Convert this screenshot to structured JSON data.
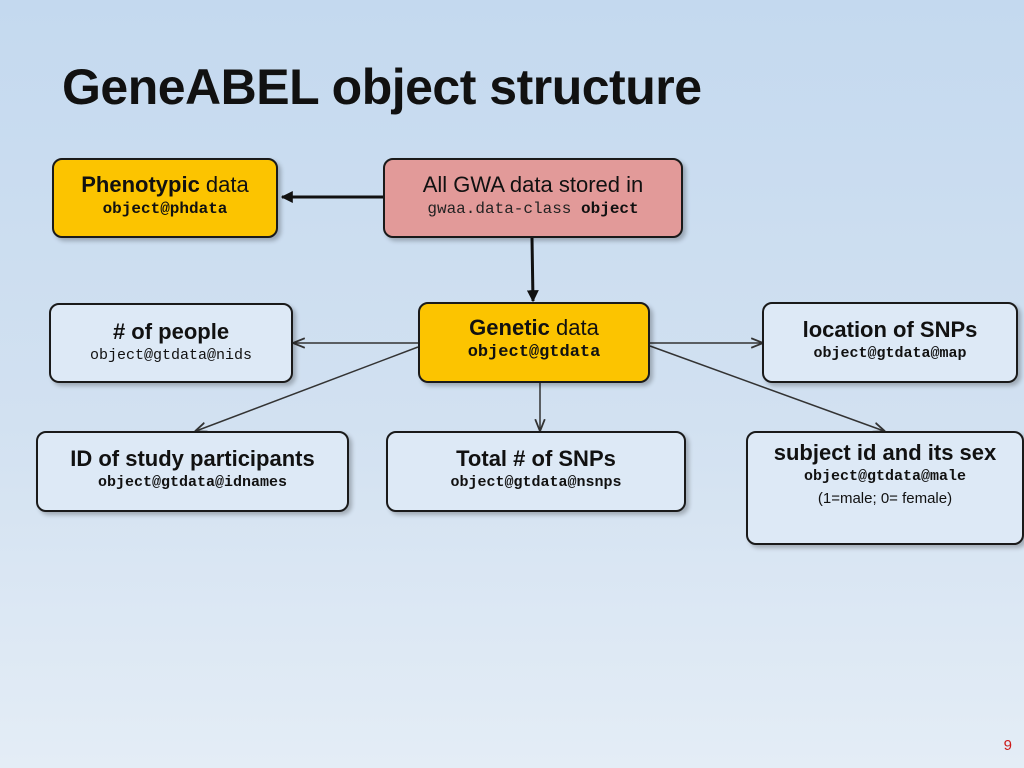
{
  "slide": {
    "title": "GeneABEL object structure",
    "page_number": "9"
  },
  "boxes": {
    "phenotypic": {
      "bold": "Phenotypic",
      "rest": " data",
      "code": "object@phdata"
    },
    "all_gwa": {
      "line1": "All GWA data stored in",
      "code_prefix": "gwaa.data-class",
      "code_bold": " object"
    },
    "genetic": {
      "bold": "Genetic",
      "rest": " data",
      "code": "object@gtdata"
    },
    "people": {
      "label": "# of people",
      "code": "object@gtdata@nids"
    },
    "snp_location": {
      "label": "location of SNPs",
      "code": "object@gtdata@map"
    },
    "participants": {
      "label": "ID of study participants",
      "code": "object@gtdata@idnames"
    },
    "total_snps": {
      "label": "Total # of SNPs",
      "code": "object@gtdata@nsnps"
    },
    "subject_sex": {
      "label": "subject id and its sex",
      "code": "object@gtdata@male",
      "note": "(1=male; 0= female)"
    }
  },
  "colors": {
    "yellow_box": "#fcc400",
    "pink_box": "#e29a99",
    "blue_box": "#dde9f6",
    "page_number": "#cc1a1a"
  }
}
